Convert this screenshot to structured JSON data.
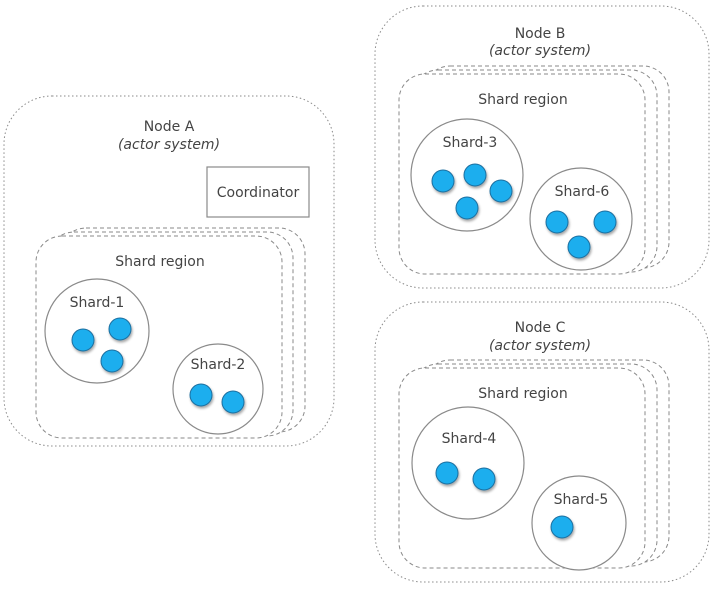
{
  "colors": {
    "actor_fill": "#1aaeee",
    "actor_stroke": "#1e6fa0",
    "border": "#8a8a8a",
    "text": "#444444"
  },
  "nodes": {
    "a": {
      "title": "Node A",
      "subtitle": "(actor system)",
      "coordinator": "Coordinator",
      "region": "Shard region",
      "shards": [
        {
          "label": "Shard-1",
          "actors": 3
        },
        {
          "label": "Shard-2",
          "actors": 2
        }
      ]
    },
    "b": {
      "title": "Node B",
      "subtitle": "(actor system)",
      "region": "Shard region",
      "shards": [
        {
          "label": "Shard-3",
          "actors": 4
        },
        {
          "label": "Shard-6",
          "actors": 3
        }
      ]
    },
    "c": {
      "title": "Node C",
      "subtitle": "(actor system)",
      "region": "Shard region",
      "shards": [
        {
          "label": "Shard-4",
          "actors": 2
        },
        {
          "label": "Shard-5",
          "actors": 1
        }
      ]
    }
  }
}
